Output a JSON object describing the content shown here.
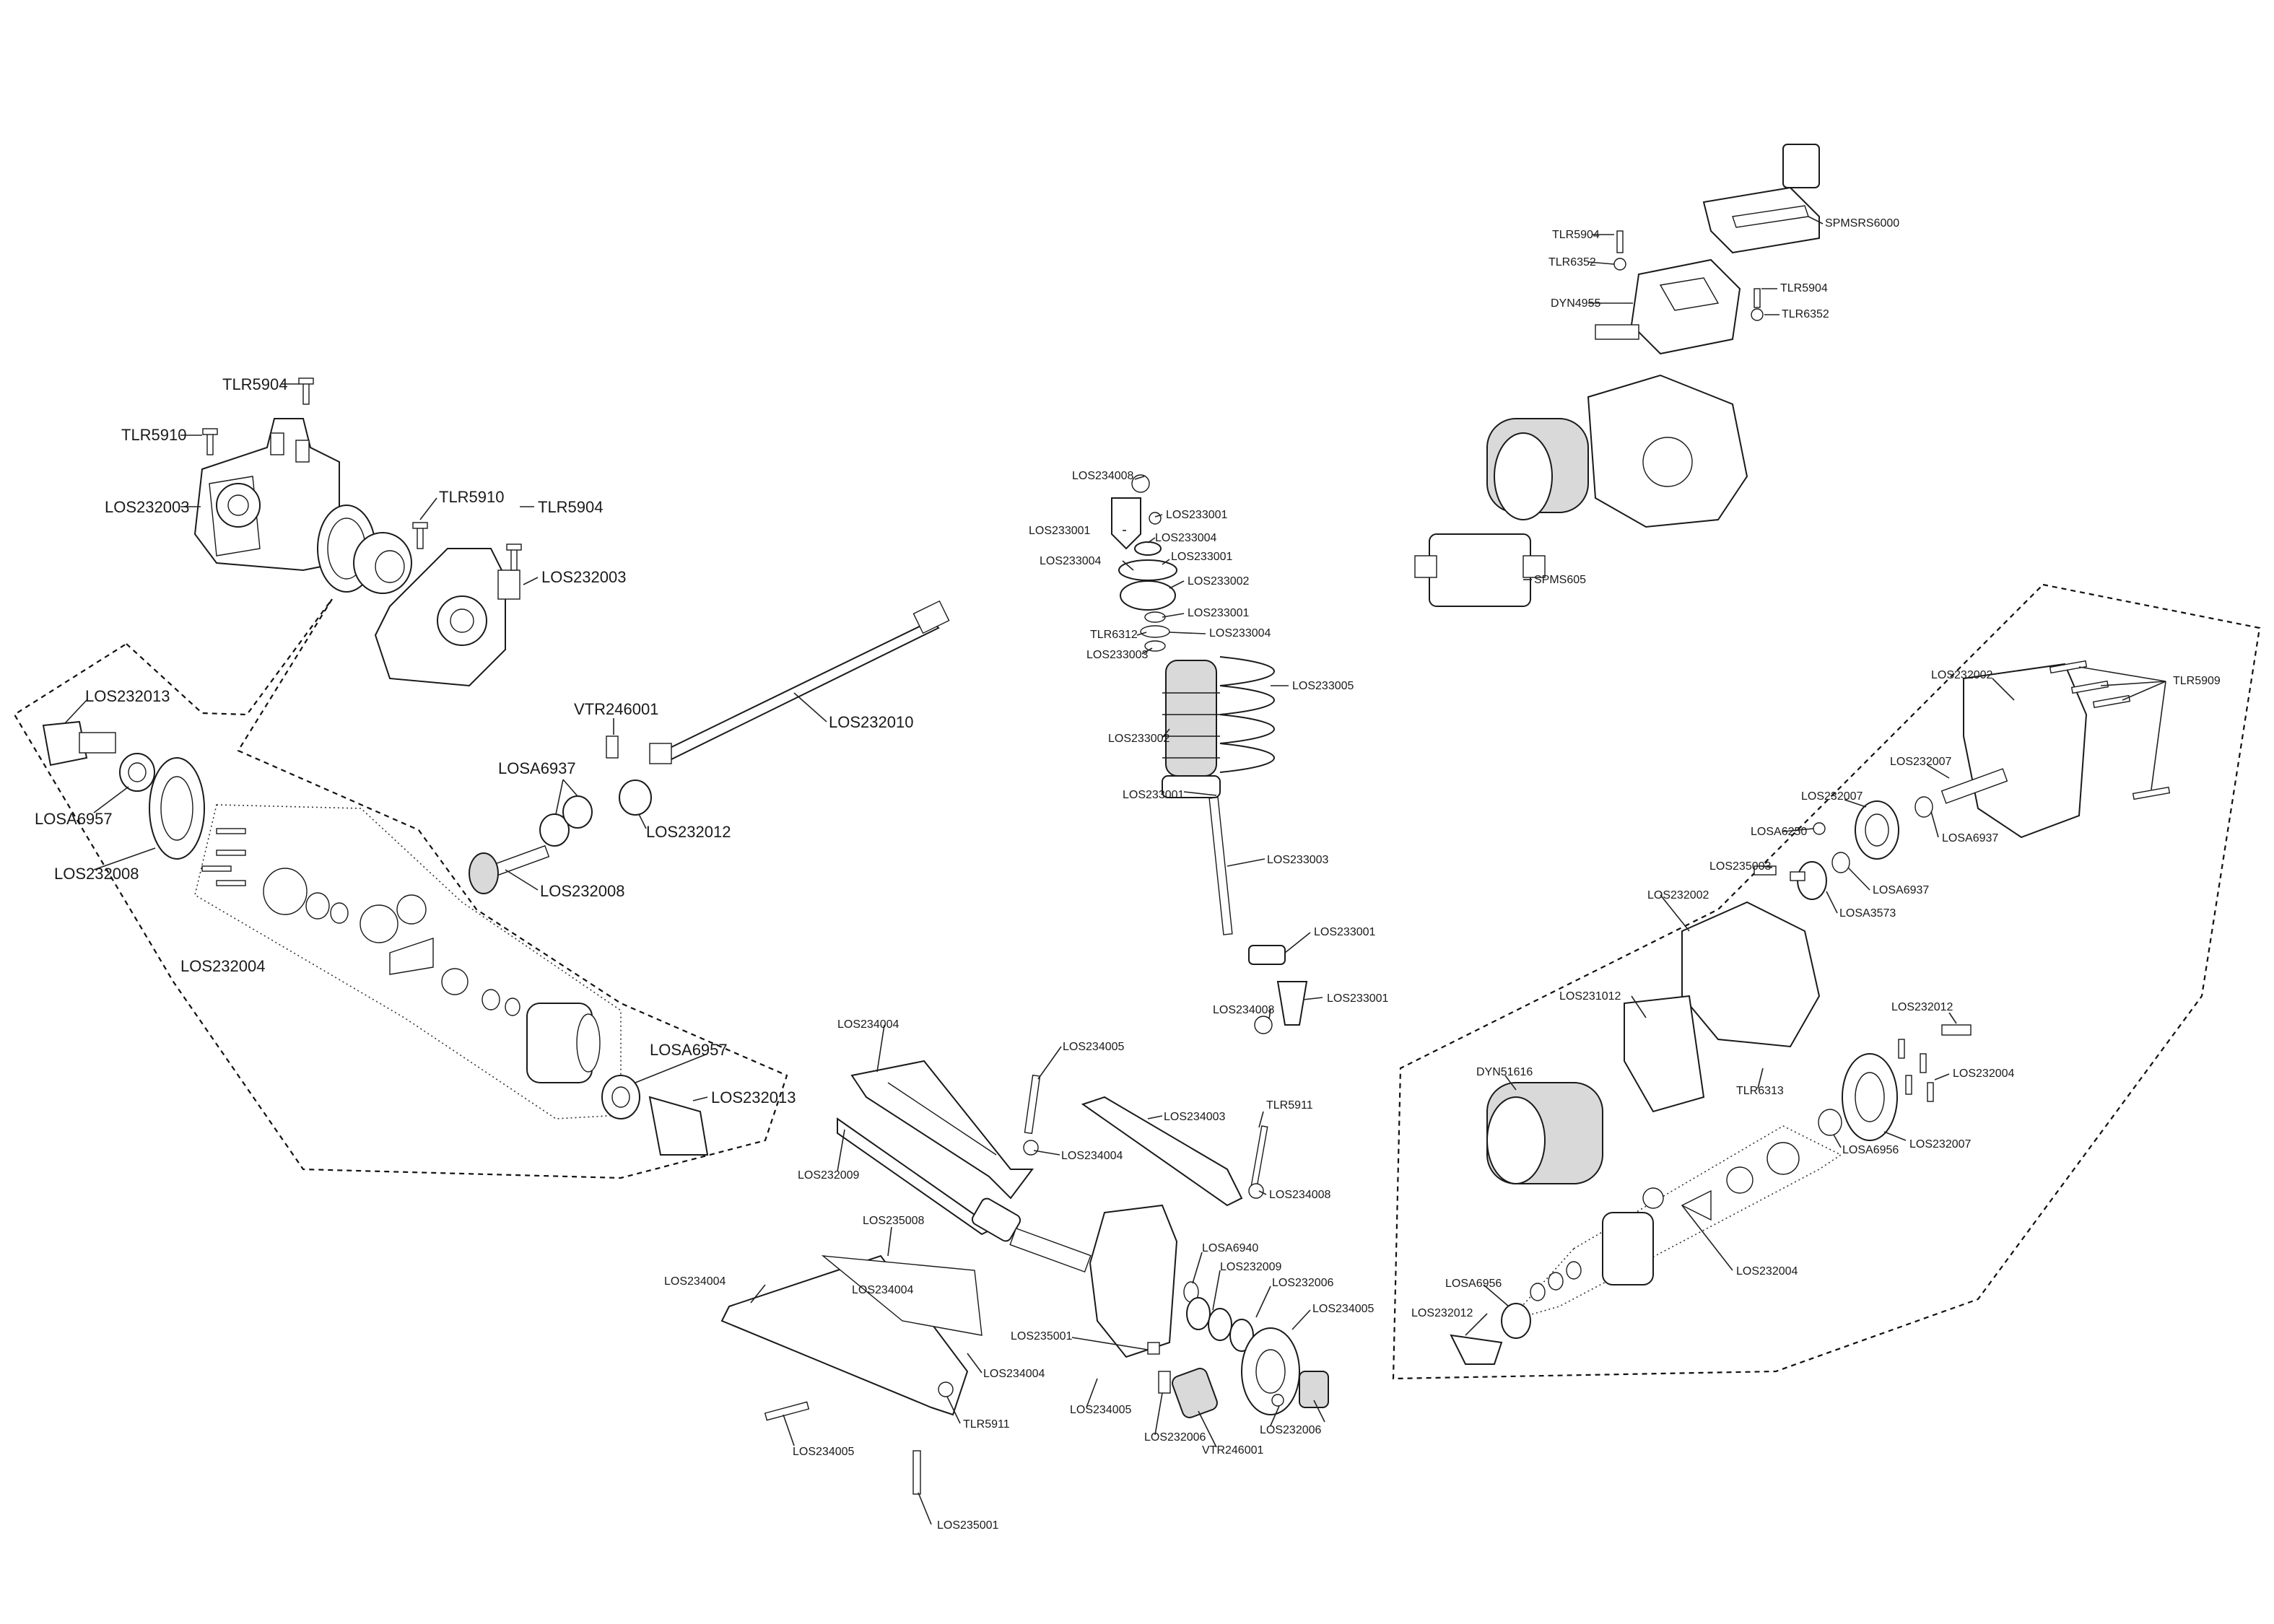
{
  "diagram": {
    "labels": [
      {
        "id": "tlr5904-a",
        "text": "TLR5904"
      },
      {
        "id": "tlr5910-a",
        "text": "TLR5910"
      },
      {
        "id": "los232003-a",
        "text": "LOS232003"
      },
      {
        "id": "tlr5910-b",
        "text": "TLR5910"
      },
      {
        "id": "tlr5904-b",
        "text": "TLR5904"
      },
      {
        "id": "los232003-b",
        "text": "LOS232003"
      },
      {
        "id": "los232013-a",
        "text": "LOS232013"
      },
      {
        "id": "losa6957-a",
        "text": "LOSA6957"
      },
      {
        "id": "los232008-a",
        "text": "LOS232008"
      },
      {
        "id": "los232004-a",
        "text": "LOS232004"
      },
      {
        "id": "losa6957-b",
        "text": "LOSA6957"
      },
      {
        "id": "los232013-b",
        "text": "LOS232013"
      },
      {
        "id": "vtr246001-a",
        "text": "VTR246001"
      },
      {
        "id": "losa6937-a",
        "text": "LOSA6937"
      },
      {
        "id": "los232012-a",
        "text": "LOS232012"
      },
      {
        "id": "los232008-b",
        "text": "LOS232008"
      },
      {
        "id": "los232010",
        "text": "LOS232010"
      },
      {
        "id": "los234008-a",
        "text": "LOS234008"
      },
      {
        "id": "los233001-a",
        "text": "LOS233001"
      },
      {
        "id": "los233001-b",
        "text": "LOS233001"
      },
      {
        "id": "los233004-a",
        "text": "LOS233004"
      },
      {
        "id": "los233004-b",
        "text": "LOS233004"
      },
      {
        "id": "los233001-c",
        "text": "LOS233001"
      },
      {
        "id": "los233002-a",
        "text": "LOS233002"
      },
      {
        "id": "los233001-d",
        "text": "LOS233001"
      },
      {
        "id": "tlr6312",
        "text": "TLR6312"
      },
      {
        "id": "los233004-c",
        "text": "LOS233004"
      },
      {
        "id": "los233003-a",
        "text": "LOS233003"
      },
      {
        "id": "los233005",
        "text": "LOS233005"
      },
      {
        "id": "los233002-b",
        "text": "LOS233002"
      },
      {
        "id": "los233001-e",
        "text": "LOS233001"
      },
      {
        "id": "los233003-b",
        "text": "LOS233003"
      },
      {
        "id": "los233001-f",
        "text": "LOS233001"
      },
      {
        "id": "los234008-b",
        "text": "LOS234008"
      },
      {
        "id": "los233001-g",
        "text": "LOS233001"
      },
      {
        "id": "tlr5904-c",
        "text": "TLR5904"
      },
      {
        "id": "tlr6352-a",
        "text": "TLR6352"
      },
      {
        "id": "dyn4955",
        "text": "DYN4955"
      },
      {
        "id": "spmsrs6000",
        "text": "SPMSRS6000"
      },
      {
        "id": "tlr5904-d",
        "text": "TLR5904"
      },
      {
        "id": "tlr6352-b",
        "text": "TLR6352"
      },
      {
        "id": "spms605",
        "text": "SPMS605"
      },
      {
        "id": "los232002-a",
        "text": "LOS232002"
      },
      {
        "id": "tlr5909",
        "text": "TLR5909"
      },
      {
        "id": "los232007-a",
        "text": "LOS232007"
      },
      {
        "id": "los232007-b",
        "text": "LOS232007"
      },
      {
        "id": "losa6937-b",
        "text": "LOSA6937"
      },
      {
        "id": "losa6250",
        "text": "LOSA6250"
      },
      {
        "id": "los235003",
        "text": "LOS235003"
      },
      {
        "id": "losa6937-c",
        "text": "LOSA6937"
      },
      {
        "id": "los232002-b",
        "text": "LOS232002"
      },
      {
        "id": "losa3573",
        "text": "LOSA3573"
      },
      {
        "id": "los231012",
        "text": "LOS231012"
      },
      {
        "id": "tlr6313",
        "text": "TLR6313"
      },
      {
        "id": "los232012-b",
        "text": "LOS232012"
      },
      {
        "id": "dyn51616",
        "text": "DYN51616"
      },
      {
        "id": "los232004-b",
        "text": "LOS232004"
      },
      {
        "id": "losa6956-a",
        "text": "LOSA6956"
      },
      {
        "id": "los232007-c",
        "text": "LOS232007"
      },
      {
        "id": "los232004-c",
        "text": "LOS232004"
      },
      {
        "id": "losa6956-b",
        "text": "LOSA6956"
      },
      {
        "id": "los232012-c",
        "text": "LOS232012"
      },
      {
        "id": "los234004-a",
        "text": "LOS234004"
      },
      {
        "id": "los234005-a",
        "text": "LOS234005"
      },
      {
        "id": "los234004-b",
        "text": "LOS234004"
      },
      {
        "id": "los232009-a",
        "text": "LOS232009"
      },
      {
        "id": "los234003",
        "text": "LOS234003"
      },
      {
        "id": "tlr5911-a",
        "text": "TLR5911"
      },
      {
        "id": "los234008-c",
        "text": "LOS234008"
      },
      {
        "id": "los235008",
        "text": "LOS235008"
      },
      {
        "id": "los234004-c",
        "text": "LOS234004"
      },
      {
        "id": "los234004-d",
        "text": "LOS234004"
      },
      {
        "id": "los234004-e",
        "text": "LOS234004"
      },
      {
        "id": "tlr5911-b",
        "text": "TLR5911"
      },
      {
        "id": "los234005-b",
        "text": "LOS234005"
      },
      {
        "id": "los235001-a",
        "text": "LOS235001"
      },
      {
        "id": "losa6940",
        "text": "LOSA6940"
      },
      {
        "id": "los232009-b",
        "text": "LOS232009"
      },
      {
        "id": "los232006-a",
        "text": "LOS232006"
      },
      {
        "id": "los234005-c",
        "text": "LOS234005"
      },
      {
        "id": "los235001-b",
        "text": "LOS235001"
      },
      {
        "id": "los234005-d",
        "text": "LOS234005"
      },
      {
        "id": "los232006-b",
        "text": "LOS232006"
      },
      {
        "id": "vtr246001-b",
        "text": "VTR246001"
      },
      {
        "id": "los232006-c",
        "text": "LOS232006"
      }
    ]
  }
}
